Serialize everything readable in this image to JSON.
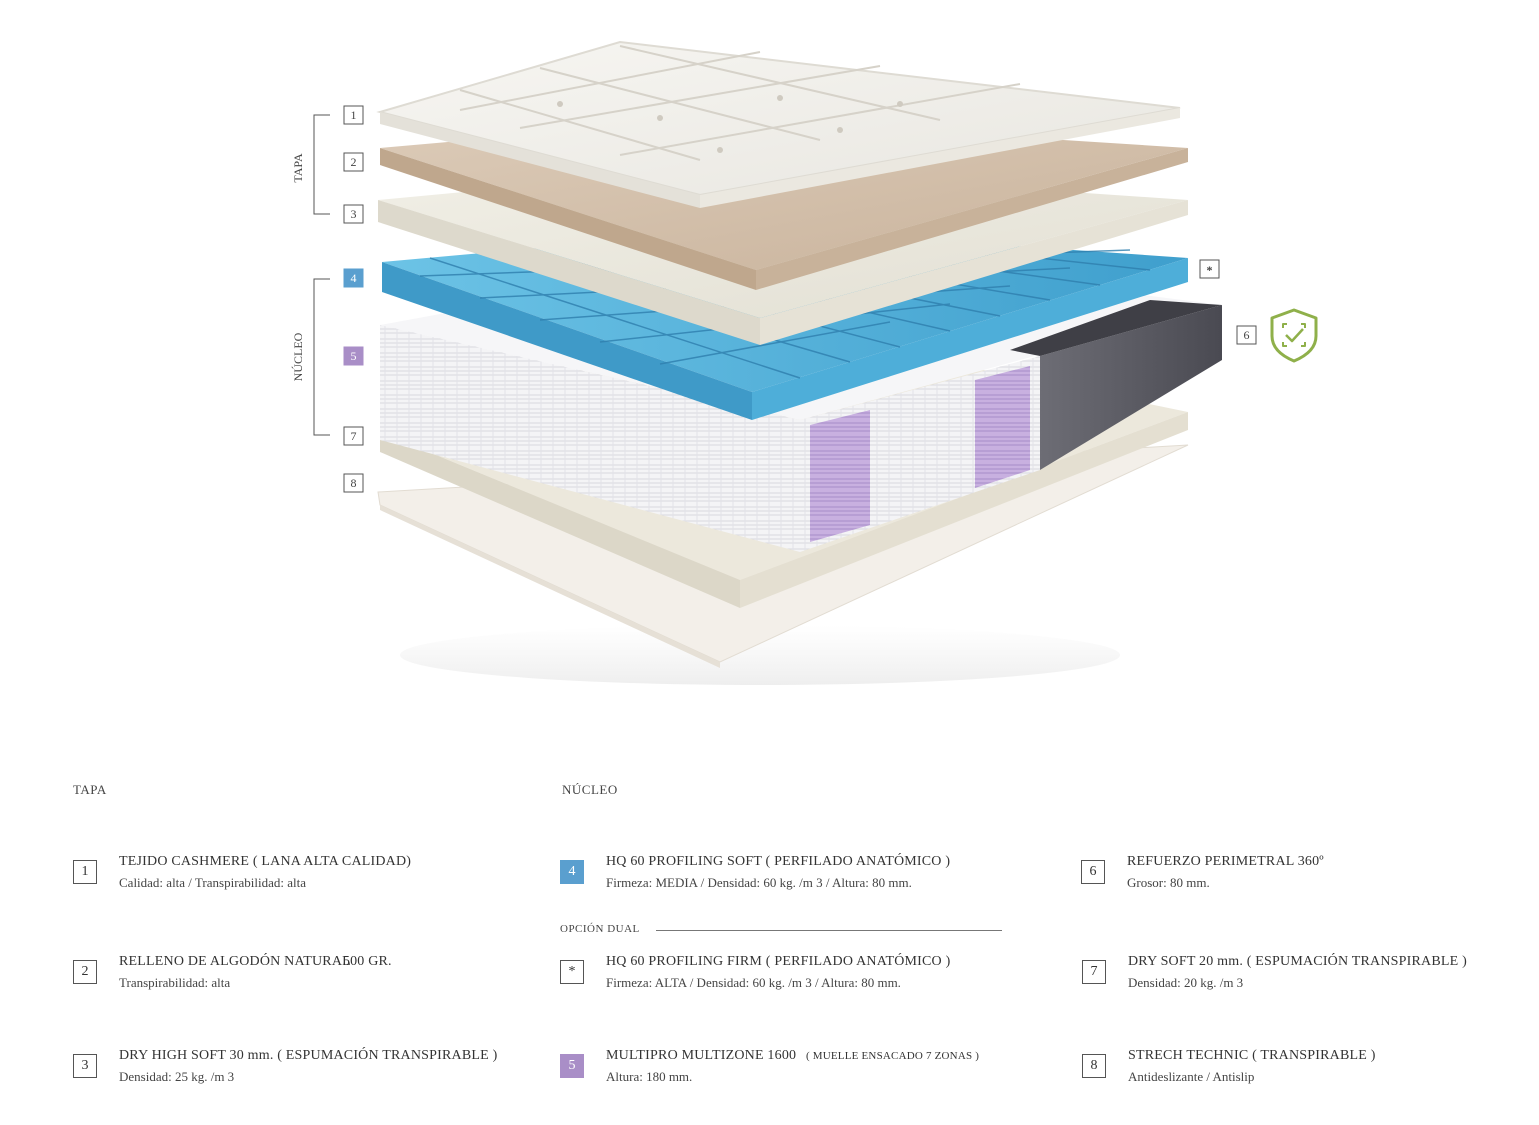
{
  "diagram": {
    "bracket_tapa": "TAPA",
    "bracket_nucleo": "NÚCLEO",
    "markers": [
      "1",
      "2",
      "3",
      "4",
      "5",
      "7",
      "8"
    ],
    "marker_star": "*",
    "marker_6": "6",
    "colors": {
      "blue": "#5a9fcf",
      "purple": "#a98ec7",
      "shield": "#8fb04a"
    },
    "icons": [
      "shield-check-icon"
    ]
  },
  "sections": {
    "tapa": "TAPA",
    "nucleo": "NÚCLEO"
  },
  "dual_option": "OPCIÓN DUAL",
  "items": {
    "i1": {
      "num": "1",
      "title": "TEJIDO CASHMERE ( LANA ALTA CALIDAD)",
      "sub": "Calidad:  alta   / Transpirabilidad:    alta"
    },
    "i2": {
      "num": "2",
      "title": "RELLENO DE ALGODÓN NATURAL",
      "title_extra": "500 GR.",
      "sub": "Transpirabilidad:    alta"
    },
    "i3": {
      "num": "3",
      "title": "DRY HIGH SOFT 30 mm. ( ESPUMACIÓN TRANSPIRABLE )",
      "sub": "Densidad:   25 kg.  /m 3"
    },
    "i4": {
      "num": "4",
      "title": "HQ 60 PROFILING SOFT   ( PERFILADO ANATÓMICO )",
      "sub": "Firmeza:  MEDIA / Densidad:    60 kg.  /m 3 / Altura:  80  mm."
    },
    "istar": {
      "num": "*",
      "title": "HQ 60 PROFILING FIRM   ( PERFILADO ANATÓMICO )",
      "sub": "Firmeza:  ALTA / Densidad:    60 kg.  /m 3 /  Altura:  80  mm."
    },
    "i5": {
      "num": "5",
      "title": "MULTIPRO MULTIZONE 1600",
      "title_extra": "( MUELLE ENSACADO 7 ZONAS )",
      "sub": "Altura:  180  mm."
    },
    "i6": {
      "num": "6",
      "title": "REFUERZO PERIMETRAL  360º",
      "sub": "Grosor:  80  mm."
    },
    "i7": {
      "num": "7",
      "title": "DRY SOFT 20 mm. ( ESPUMACIÓN TRANSPIRABLE )",
      "sub": "Densidad:   20 kg.  /m 3"
    },
    "i8": {
      "num": "8",
      "title": "STRECH TECHNIC ( TRANSPIRABLE )",
      "sub": "Antideslizante / Antislip"
    }
  }
}
